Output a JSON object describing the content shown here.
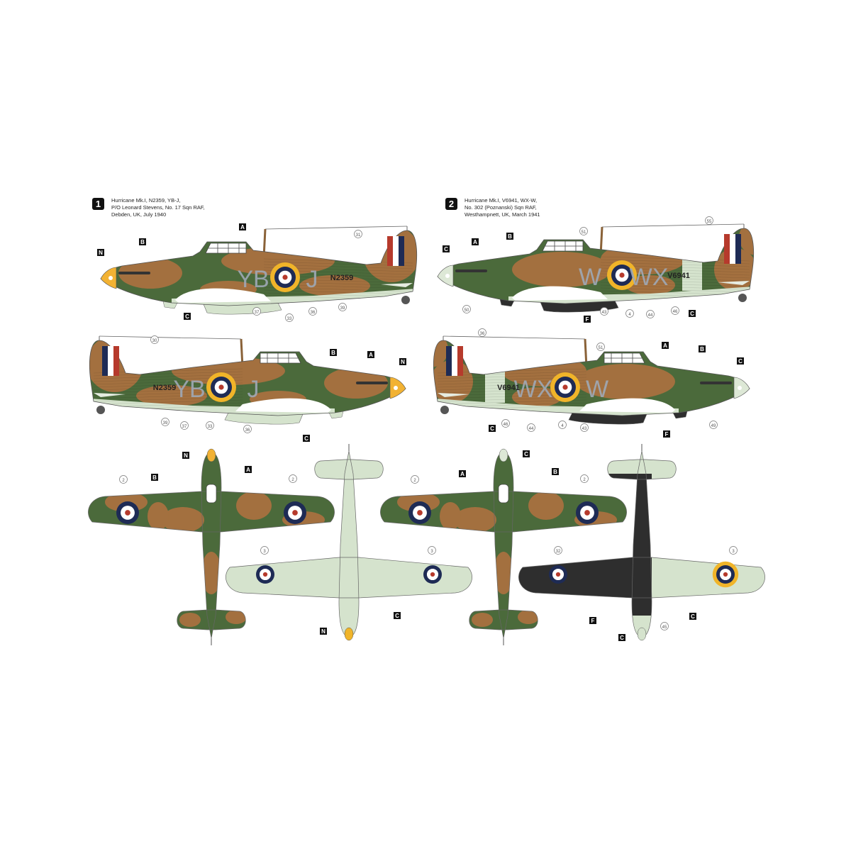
{
  "schemes": [
    {
      "number": "1",
      "caption": [
        "Hurricane Mk.I, N2359, YB-J,",
        "P/O Leonard Stevens, No. 17 Sqn RAF,",
        "Debden, UK, July 1940"
      ],
      "codes_left_view": [
        "YB",
        "J"
      ],
      "codes_right_view": [
        "YB",
        "J"
      ],
      "serial": "N2359",
      "spinner_color": "#f2b233",
      "callouts_left_view": [
        "N",
        "B",
        "A",
        "C",
        "31",
        "37",
        "33",
        "36",
        "39"
      ],
      "callouts_right_view": [
        "30",
        "B",
        "A",
        "N",
        "39",
        "37",
        "33",
        "36",
        "C"
      ],
      "callouts_top_view": [
        "N",
        "B",
        "A",
        "2",
        "2"
      ],
      "callouts_bottom_view": [
        "3",
        "3",
        "C",
        "N"
      ]
    },
    {
      "number": "2",
      "caption": [
        "Hurricane Mk.I, V6941, WX-W,",
        "No. 302 (Poznanski) Sqn RAF,",
        "Westhampnett, UK, March 1941"
      ],
      "codes_left_view": [
        "W",
        "WX"
      ],
      "codes_right_view": [
        "WX",
        "W"
      ],
      "serial": "V6941",
      "spinner_color": "#dde8d6",
      "callouts_left_view": [
        "C",
        "A",
        "B",
        "51",
        "55",
        "50",
        "43",
        "4",
        "44",
        "46",
        "C",
        "F"
      ],
      "callouts_right_view": [
        "36",
        "51",
        "A",
        "B",
        "C",
        "46",
        "44",
        "4",
        "43",
        "C",
        "F",
        "49"
      ],
      "callouts_top_view": [
        "A",
        "B",
        "C",
        "2",
        "2"
      ],
      "callouts_bottom_view": [
        "32",
        "3",
        "F",
        "C",
        "45",
        "C"
      ]
    }
  ],
  "colors": {
    "dark_green": "#4b6a3b",
    "dark_earth": "#a3703f",
    "sky": "#d5e3cd",
    "night_black": "#2e2e2e",
    "roundel_yellow": "#f0b429",
    "roundel_blue": "#1e2b55",
    "roundel_red": "#b63a2c",
    "code_grey": "#9ea8b6"
  }
}
